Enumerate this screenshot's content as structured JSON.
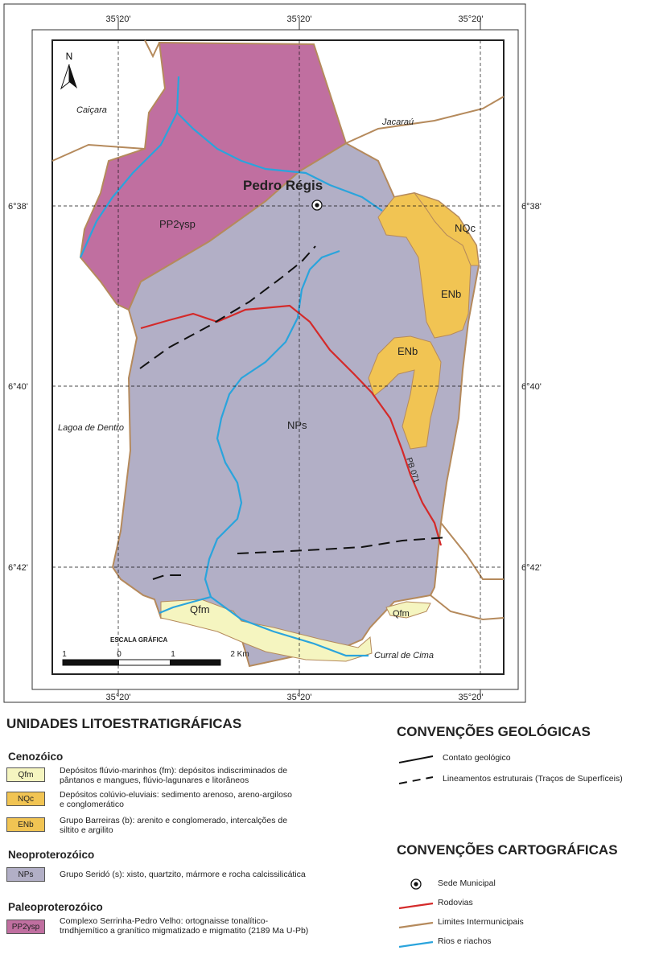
{
  "map": {
    "north_label": "N",
    "lon_labels_top": [
      "35°20'",
      "35°20'",
      "35°20'"
    ],
    "lon_labels_bottom": [
      "35°20'",
      "35°20'",
      "35°20'"
    ],
    "lat_labels_left": [
      "6°38'",
      "6°40'",
      "6°42'"
    ],
    "lat_labels_right": [
      "6°38'",
      "6°40'",
      "6°42'"
    ],
    "city": "Pedro Régis",
    "neighbors": [
      "Caiçara",
      "Jacaraú",
      "Lagoa de Dentro",
      "Curral de Cima"
    ],
    "unit_labels": {
      "pp2": "PP2γsp",
      "nps": "NPs",
      "nqc": "NQc",
      "enb1": "ENb",
      "enb2": "ENb",
      "qfm1": "Qfm",
      "qfm2": "Qfm"
    },
    "road_label": "PB 071",
    "scale": {
      "title": "ESCALA GRÁFICA",
      "ticks": [
        "1",
        "0",
        "1",
        "2 Km"
      ]
    }
  },
  "legend": {
    "units_title": "UNIDADES LITOESTRATIGRÁFICAS",
    "eras": [
      {
        "name": "Cenozóico",
        "units": [
          {
            "code": "Qfm",
            "color": "#f5f5c0",
            "lines": [
              "Depósitos flúvio-marinhos (fm): depósitos indiscriminados de",
              "pântanos e mangues, flúvio-lagunares e litorâneos"
            ]
          },
          {
            "code": "NQc",
            "color": "#f1c453",
            "lines": [
              "Depósitos colúvio-eluviais: sedimento arenoso, areno-argiloso",
              "e conglomerático"
            ]
          },
          {
            "code": "ENb",
            "color": "#f1c453",
            "lines": [
              "Grupo Barreiras (b): arenito e conglomerado, intercalções de",
              "siltito e argilito"
            ]
          }
        ]
      },
      {
        "name": "Neoproterozóico",
        "units": [
          {
            "code": "NPs",
            "color": "#b2afc6",
            "lines": [
              "Grupo Seridó (s): xisto, quartzito, mármore e rocha calcissilicática"
            ]
          }
        ]
      },
      {
        "name": "Paleoproterozóico",
        "units": [
          {
            "code": "PP2γsp",
            "color": "#c06fa0",
            "lines": [
              "Complexo Serrinha-Pedro Velho: ortognaisse tonalítico-",
              "trndhjemítico a granítico migmatizado e migmatito (2189 Ma U-Pb)"
            ]
          }
        ]
      }
    ],
    "geo_title": "CONVENÇÕES GEOLÓGICAS",
    "geo": [
      "Contato geológico",
      "Lineamentos estruturais (Traços de Superfíceis)"
    ],
    "carto_title": "CONVENÇÕES CARTOGRÁFICAS",
    "carto": [
      "Sede Municipal",
      "Rodovias",
      "Limites Intermunicipais",
      "Rios e riachos"
    ]
  },
  "colors": {
    "road": "#d42a2a",
    "river": "#2aa4dc",
    "boundary": "#b58a5c",
    "pp2": "#c06fa0",
    "nps": "#b2afc6",
    "yellow": "#f1c453",
    "qfm": "#f5f5c0"
  }
}
